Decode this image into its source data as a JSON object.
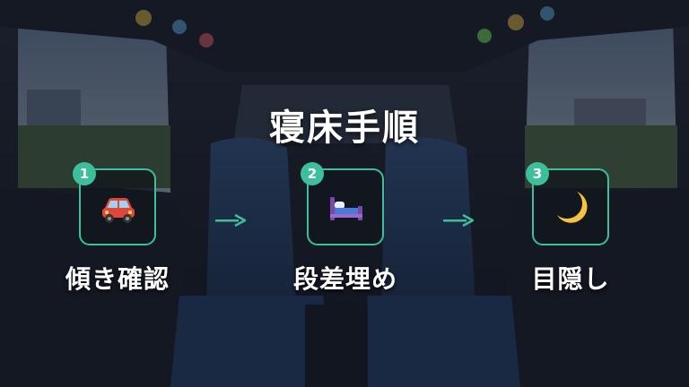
{
  "title": "寝床手順",
  "accent_color": "#3cbf9a",
  "steps": [
    {
      "number": "1",
      "label": "傾き確認",
      "icon": "car-icon"
    },
    {
      "number": "2",
      "label": "段差埋め",
      "icon": "bed-icon"
    },
    {
      "number": "3",
      "label": "目隠し",
      "icon": "crescent-moon-icon"
    }
  ],
  "connector_icon": "arrow-right-icon"
}
